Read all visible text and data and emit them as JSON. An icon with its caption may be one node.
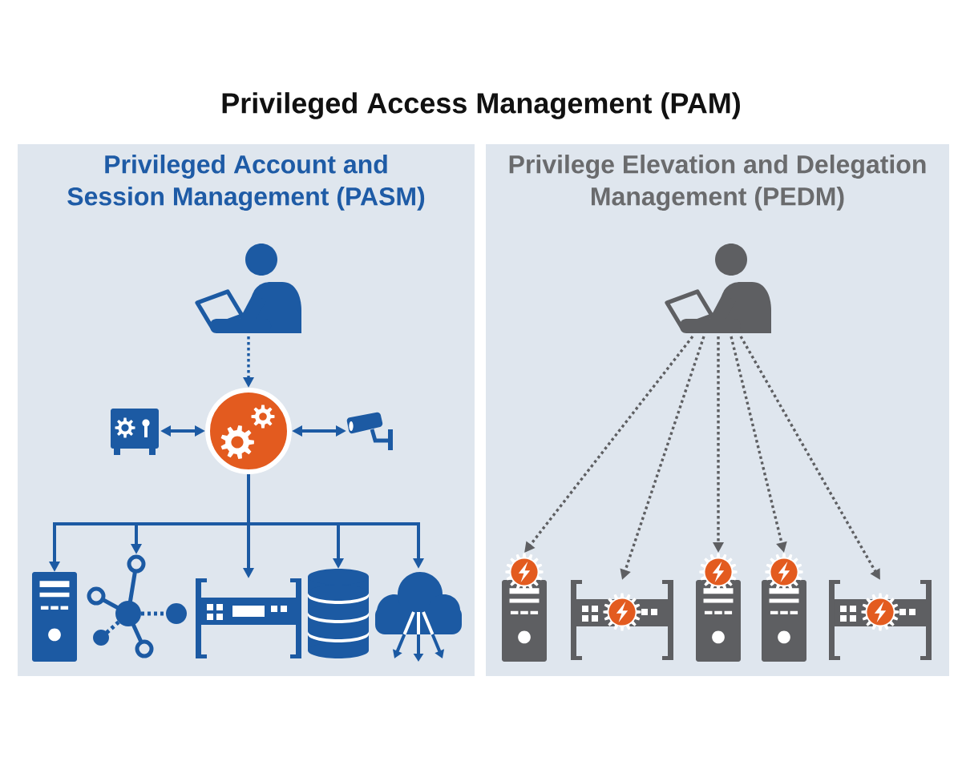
{
  "diagram": {
    "title": "Privileged Access Management (PAM)",
    "nodes": [
      {
        "text": [
          "Privileged Account and Session Management (PASM)"
        ]
      },
      {
        "text": [],
        "shape": "person",
        "in": 0
      },
      {
        "text": [],
        "shape": "circle",
        "in": 0
      },
      {
        "text": [],
        "shape": "picture",
        "in": 0
      },
      {
        "text": [],
        "shape": "picture",
        "in": 0
      },
      {
        "text": [],
        "shape": "picture",
        "in": 0
      },
      {
        "text": [],
        "shape": "picture",
        "in": 0
      },
      {
        "text": [],
        "shape": "picture",
        "in": 0
      },
      {
        "text": [],
        "shape": "cylinder",
        "in": 0
      },
      {
        "text": [],
        "shape": "cloud",
        "in": 0
      },
      {
        "text": [
          "Privilege Elevation and Delegation Management (PEDM)"
        ]
      },
      {
        "text": [],
        "shape": "person",
        "in": 10
      },
      {
        "text": [],
        "shape": "picture",
        "in": 10
      },
      {
        "text": [],
        "shape": "picture",
        "in": 10
      },
      {
        "text": [],
        "shape": "picture",
        "in": 10
      },
      {
        "text": [],
        "shape": "picture",
        "in": 10
      },
      {
        "text": [],
        "shape": "picture",
        "in": 10
      }
    ],
    "edges": [
      {
        "from": 1,
        "to": 2,
        "arrow": "to",
        "style": "dashed"
      },
      {
        "from": 2,
        "to": 3,
        "arrow": "both"
      },
      {
        "from": 2,
        "to": 4,
        "arrow": "both"
      },
      {
        "from": 2,
        "to": 5,
        "arrow": "to"
      },
      {
        "from": 2,
        "to": 6,
        "arrow": "to"
      },
      {
        "from": 2,
        "to": 7,
        "arrow": "to"
      },
      {
        "from": 2,
        "to": 8,
        "arrow": "to"
      },
      {
        "from": 2,
        "to": 9,
        "arrow": "to"
      },
      {
        "from": 11,
        "to": 12,
        "arrow": "to",
        "style": "dashed",
        "color": "#5e5f62"
      },
      {
        "from": 11,
        "to": 13,
        "arrow": "to",
        "style": "dashed",
        "color": "#5e5f62"
      },
      {
        "from": 11,
        "to": 14,
        "arrow": "to",
        "style": "dashed",
        "color": "#5e5f62"
      },
      {
        "from": 11,
        "to": 15,
        "arrow": "to",
        "style": "dashed",
        "color": "#5e5f62"
      },
      {
        "from": 11,
        "to": 16,
        "arrow": "to",
        "style": "dashed",
        "color": "#5e5f62"
      }
    ]
  }
}
